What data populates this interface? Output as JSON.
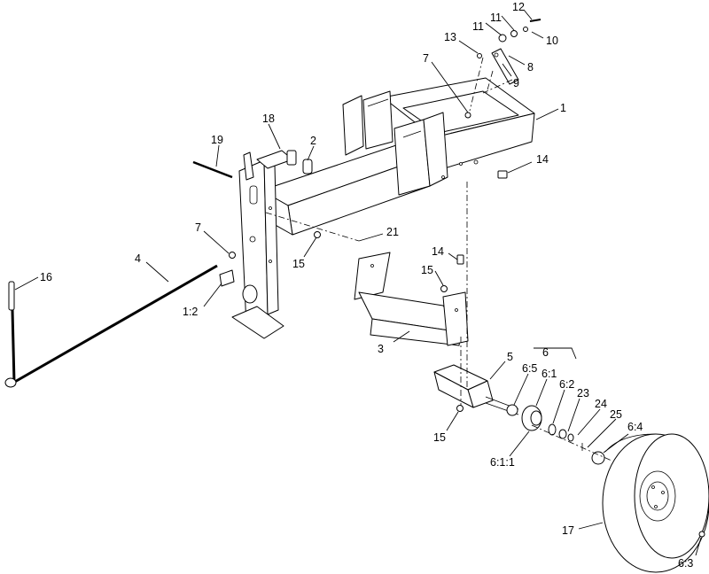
{
  "callouts": [
    {
      "id": "c1",
      "text": "1"
    },
    {
      "id": "c2",
      "text": "2"
    },
    {
      "id": "c3",
      "text": "3"
    },
    {
      "id": "c4",
      "text": "4"
    },
    {
      "id": "c5",
      "text": "5"
    },
    {
      "id": "c6",
      "text": "6"
    },
    {
      "id": "c7a",
      "text": "7"
    },
    {
      "id": "c7b",
      "text": "7"
    },
    {
      "id": "c8",
      "text": "8"
    },
    {
      "id": "c9",
      "text": "9"
    },
    {
      "id": "c10",
      "text": "10"
    },
    {
      "id": "c11a",
      "text": "11"
    },
    {
      "id": "c11b",
      "text": "11"
    },
    {
      "id": "c12",
      "text": "12"
    },
    {
      "id": "c13",
      "text": "13"
    },
    {
      "id": "c14a",
      "text": "14"
    },
    {
      "id": "c14b",
      "text": "14"
    },
    {
      "id": "c15a",
      "text": "15"
    },
    {
      "id": "c15b",
      "text": "15"
    },
    {
      "id": "c15c",
      "text": "15"
    },
    {
      "id": "c16",
      "text": "16"
    },
    {
      "id": "c17",
      "text": "17"
    },
    {
      "id": "c18",
      "text": "18"
    },
    {
      "id": "c19",
      "text": "19"
    },
    {
      "id": "c21",
      "text": "21"
    },
    {
      "id": "c23",
      "text": "23"
    },
    {
      "id": "c24",
      "text": "24"
    },
    {
      "id": "c25",
      "text": "25"
    },
    {
      "id": "c12b",
      "text": "1:2"
    },
    {
      "id": "c61",
      "text": "6:1"
    },
    {
      "id": "c62",
      "text": "6:2"
    },
    {
      "id": "c63",
      "text": "6:3"
    },
    {
      "id": "c64",
      "text": "6:4"
    },
    {
      "id": "c65",
      "text": "6:5"
    },
    {
      "id": "c611",
      "text": "6:1:1"
    }
  ]
}
